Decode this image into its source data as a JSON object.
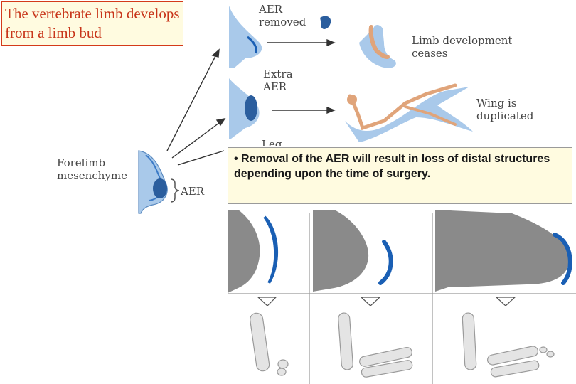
{
  "title": "The vertebrate limb develops from a limb bud",
  "labels": {
    "aer_removed": "AER removed",
    "limb_dev_ceases": "Limb development ceases",
    "extra_aer": "Extra AER",
    "wing_duplicated": "Wing is duplicated",
    "forelimb_mesenchyme": "Forelimb mesenchyme",
    "aer": "AER",
    "partial": "Leg"
  },
  "note": "• Removal of the AER will result in loss of distal structures depending upon the time of surgery.",
  "colors": {
    "title_text": "#c8351a",
    "title_border": "#d43a1a",
    "note_bg": "#fffbe0",
    "tissue_blue": "#a9c9ea",
    "aer_blue": "#1a5fb4",
    "bone": "#e0a47a"
  }
}
